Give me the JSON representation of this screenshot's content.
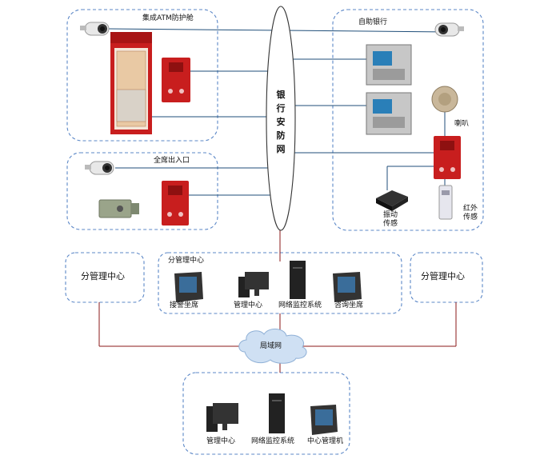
{
  "labels": {
    "atm_booth": "集成ATM防护舱",
    "self_bank": "自助银行",
    "lobby": "全席出入口",
    "network_v": "银行安防网",
    "horn": "喇叭",
    "vibration": "振动\n传感",
    "infrared": "红外\n传感",
    "sub_center_left": "分管理中心",
    "sub_center_mid": "分管理中心",
    "sub_center_right": "分管理中心",
    "mid_items": [
      "接警坐席",
      "管理中心",
      "网络监控系统",
      "咨询坐席"
    ],
    "lan": "局域网",
    "bottom_items": [
      "管理中心",
      "网络监控系统",
      "中心管理机"
    ]
  },
  "colors": {
    "line_blue": "#1f4e79",
    "line_red": "#8b1a1a",
    "border_blue": "#5b87c7",
    "terminal_red": "#c81e1e",
    "cloud": "#cfe0f3"
  }
}
